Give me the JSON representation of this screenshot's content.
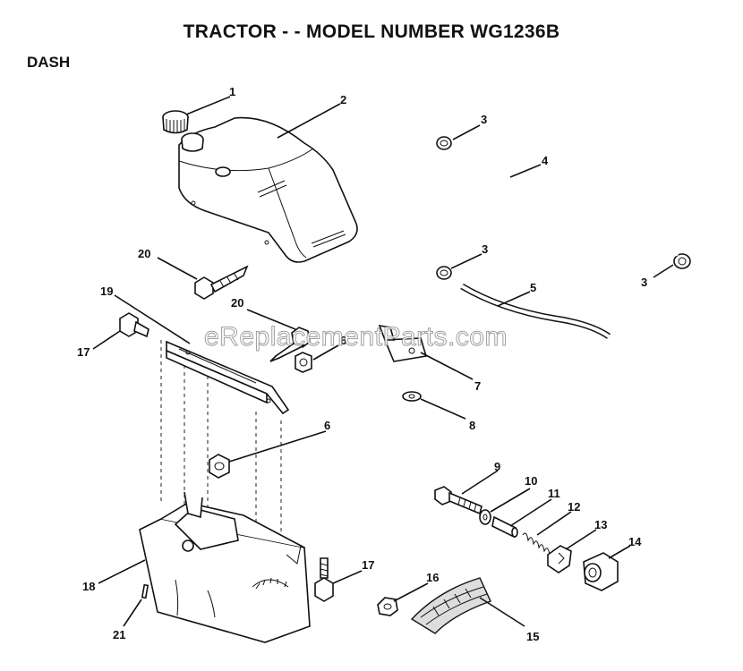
{
  "header": {
    "title": "TRACTOR - - MODEL NUMBER WG1236B",
    "section": "DASH"
  },
  "watermark": "eReplacementParts.com",
  "callouts": [
    "1",
    "2",
    "3",
    "4",
    "3",
    "3",
    "5",
    "20",
    "19",
    "20",
    "6",
    "17",
    "7",
    "8",
    "6",
    "9",
    "10",
    "11",
    "12",
    "13",
    "14",
    "18",
    "17",
    "16",
    "21",
    "15"
  ]
}
